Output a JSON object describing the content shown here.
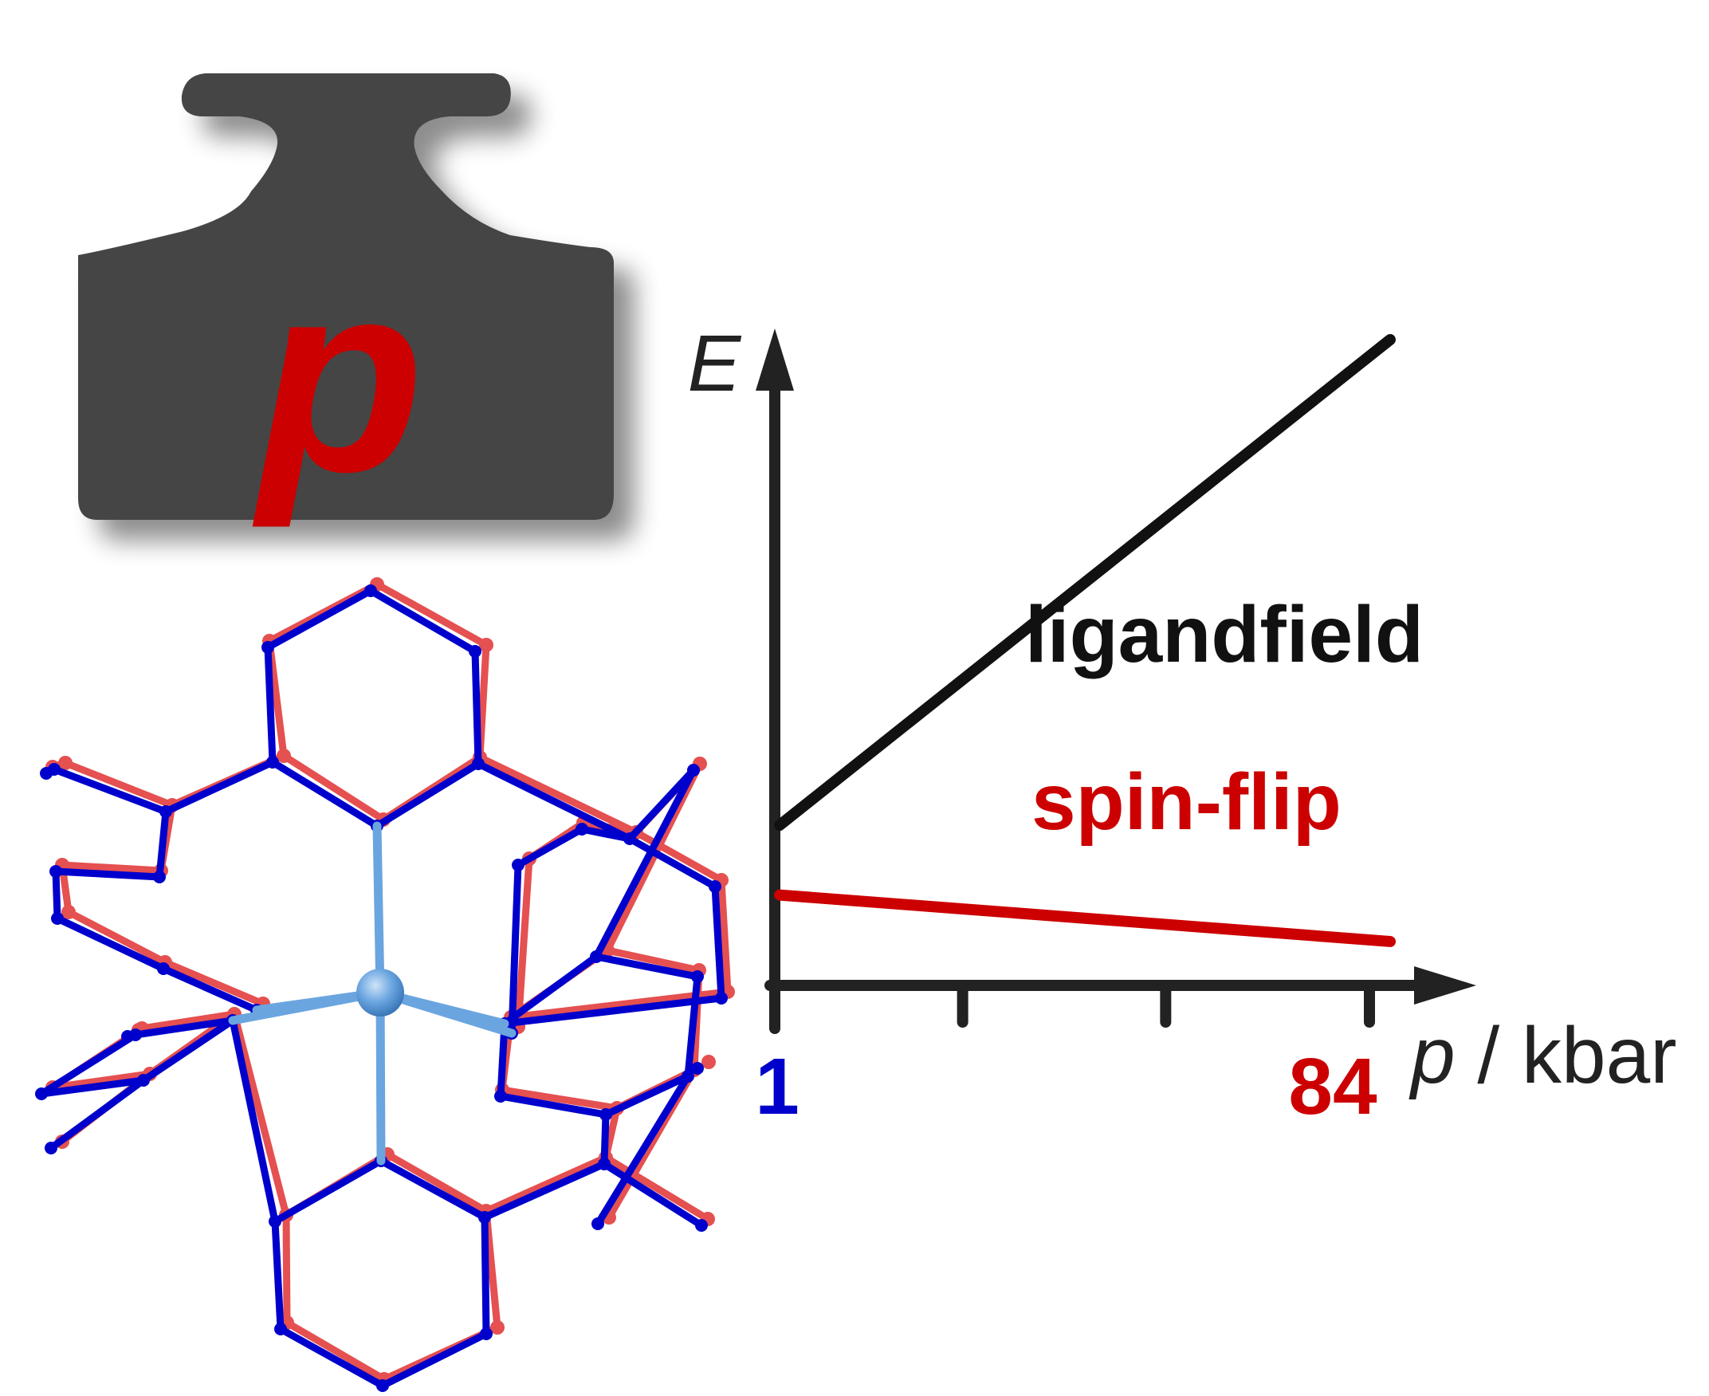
{
  "weight": {
    "symbol": "p",
    "body_color": "#454545",
    "symbol_color": "#cc0000"
  },
  "chart_data": {
    "type": "line",
    "ylabel": "E",
    "xlabel_symbol": "p",
    "xlabel_unit": " / kbar",
    "tick_start_label": "1",
    "tick_end_label": "84",
    "tick_start_color": "#0000cc",
    "tick_end_color": "#cc0000",
    "series": [
      {
        "name": "ligandfield",
        "color": "#111111",
        "x": [
          1,
          84
        ],
        "y": [
          0.62,
          2.5
        ]
      },
      {
        "name": "spin-flip",
        "color": "#cc0000",
        "x": [
          1,
          84
        ],
        "y": [
          0.35,
          0.17
        ]
      }
    ],
    "x_ticks": [
      1,
      28.7,
      56.3,
      84
    ],
    "xlim": [
      1,
      84
    ],
    "ylim": [
      0,
      2.5
    ],
    "grid": false
  },
  "molecule": {
    "structure_a_color": "#0000cc",
    "structure_b_color": "#e55050",
    "metal_color": "#6aa5e0"
  }
}
